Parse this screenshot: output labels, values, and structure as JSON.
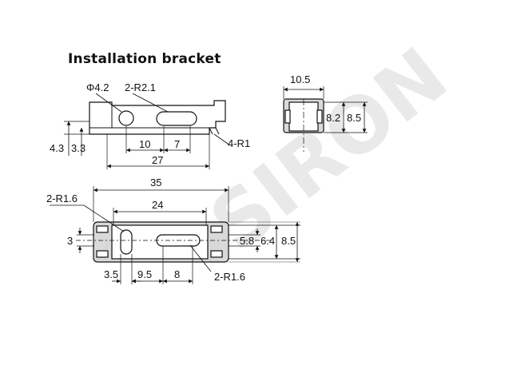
{
  "title": "Installation bracket",
  "watermark": "SIRON",
  "colors": {
    "line": "#111111",
    "part_fill": "#d9d9d9",
    "watermark": "#e9e9e9"
  },
  "top_view": {
    "hole_label": "Φ4.2",
    "slot_label": "2-R2.1",
    "corner_label": "4-R1",
    "dims": {
      "d10": "10",
      "d7": "7",
      "d27": "27",
      "d43": "4.3",
      "d33": "3.3"
    }
  },
  "side_view": {
    "width": "10.5",
    "h82": "8.2",
    "h85": "8.5"
  },
  "front_view": {
    "d35": "35",
    "d24": "24",
    "r16_left": "2-R1.6",
    "r16_right": "2-R1.6",
    "d3": "3",
    "d35s": "3.5",
    "d95": "9.5",
    "d8": "8",
    "d58": "5.8",
    "d64": "6.4",
    "d85": "8.5"
  }
}
